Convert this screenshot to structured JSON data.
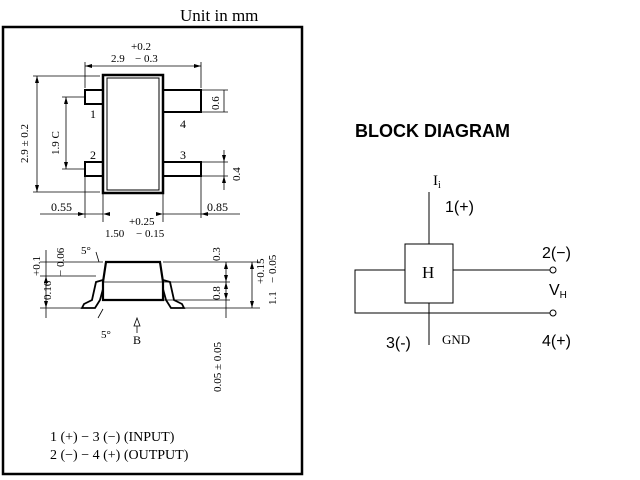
{
  "header": {
    "unit_label": "Unit in mm"
  },
  "package_drawing": {
    "top_view": {
      "width_tol_upper": "+0.2",
      "width_nominal": "2.9",
      "width_tol_lower": "− 0.3",
      "height_dim": "2.9 ± 0.2",
      "pitch_dim": "1.9 C",
      "lead_width_dim": "0.6",
      "lead_width_dim_2": "0.4",
      "left_offset_dim": "0.55",
      "right_offset_dim": "0.85",
      "bottom_tol_upper": "+0.25",
      "bottom_nominal": "1.50",
      "bottom_tol_lower": "− 0.15",
      "pin_labels": [
        "1",
        "2",
        "3",
        "4"
      ]
    },
    "side_view": {
      "lead_thick_tol_upper": "+0.1",
      "lead_thick_nominal": "0.16",
      "lead_thick_tol_lower": "− 0.06",
      "angle_top": "5°",
      "angle_bottom": "5°",
      "body_top_dim": "0.3",
      "body_mid_dim": "0.8",
      "standoff_dim": "0.05 ± 0.05",
      "height_tol_upper": "+0.15",
      "height_nominal": "1.1",
      "height_tol_lower": "− 0.05",
      "view_arrow_label": "B"
    },
    "pin_notes": [
      "1 (+) − 3 (−) (INPUT)",
      "2 (−) − 4 (+) (OUTPUT)"
    ]
  },
  "block_diagram": {
    "title": "BLOCK DIAGRAM",
    "current_label": "I",
    "current_subscript": "i",
    "element_label": "H",
    "pins": {
      "pin1": "1(+)",
      "pin2": "2(−)",
      "pin3": "3(-)",
      "pin4": "4(+)",
      "gnd": "GND"
    },
    "output_label": "V",
    "output_subscript": "H"
  }
}
